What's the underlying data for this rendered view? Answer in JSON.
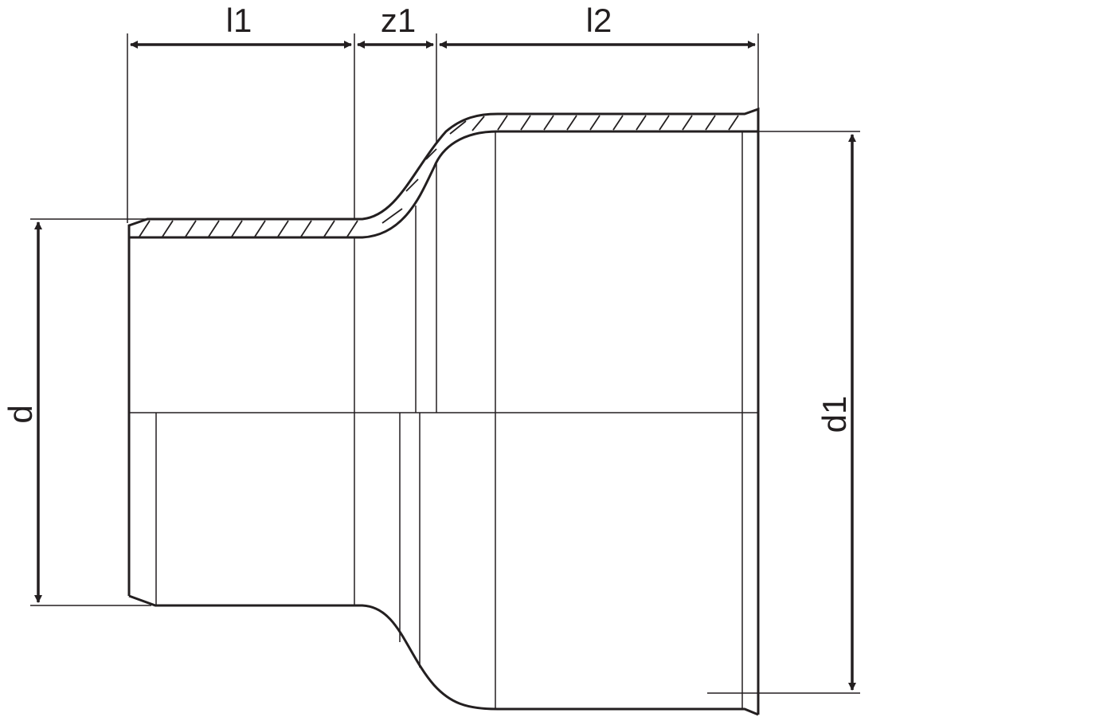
{
  "drawing": {
    "line_color": "#231f20",
    "background": "#ffffff",
    "dimensions": {
      "l1": "l1",
      "z1": "z1",
      "l2": "l2",
      "d": "d",
      "d1": "d1"
    }
  }
}
